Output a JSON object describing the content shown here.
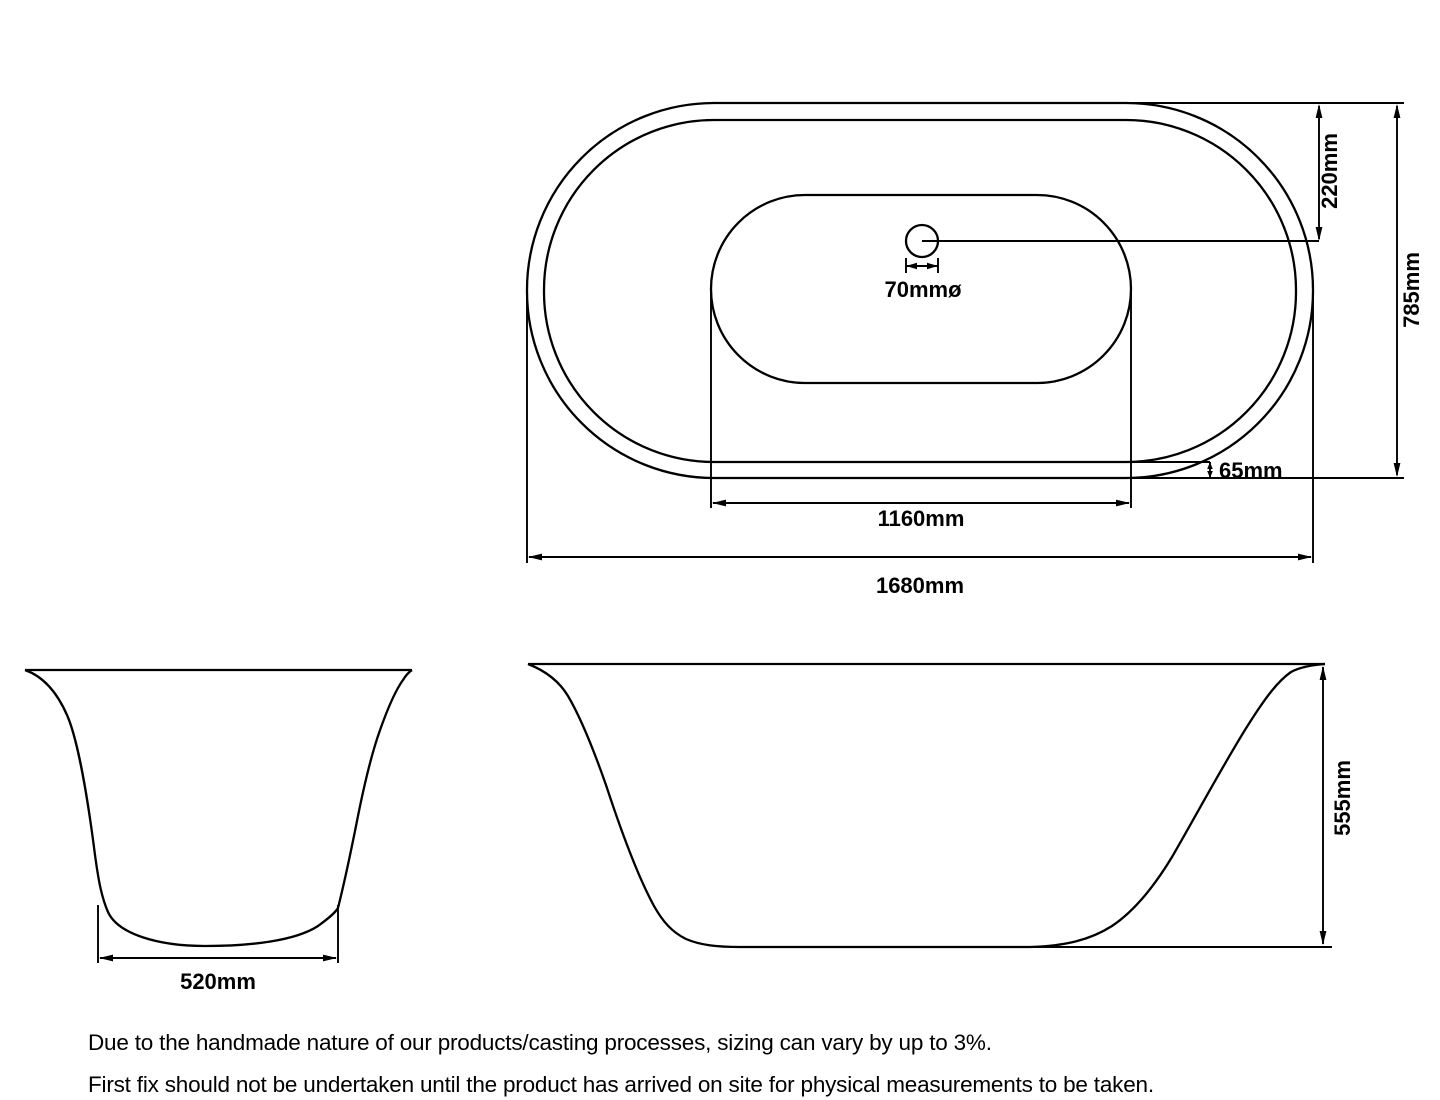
{
  "colors": {
    "line": "#000000",
    "background": "#ffffff",
    "text": "#000000"
  },
  "top_view": {
    "labels": {
      "drain_diameter": "70mmø",
      "drain_to_edge": "220mm",
      "overall_width": "785mm",
      "rim_width": "65mm",
      "internal_length": "1160mm",
      "overall_length": "1680mm"
    }
  },
  "end_view": {
    "labels": {
      "base_width": "520mm"
    }
  },
  "side_view": {
    "labels": {
      "overall_height": "555mm"
    }
  },
  "notes": {
    "line1": "Due to the handmade nature of our products/casting processes, sizing can vary by up to 3%.",
    "line2": "First fix should not be undertaken until the product has arrived on site for physical measurements to be taken."
  }
}
